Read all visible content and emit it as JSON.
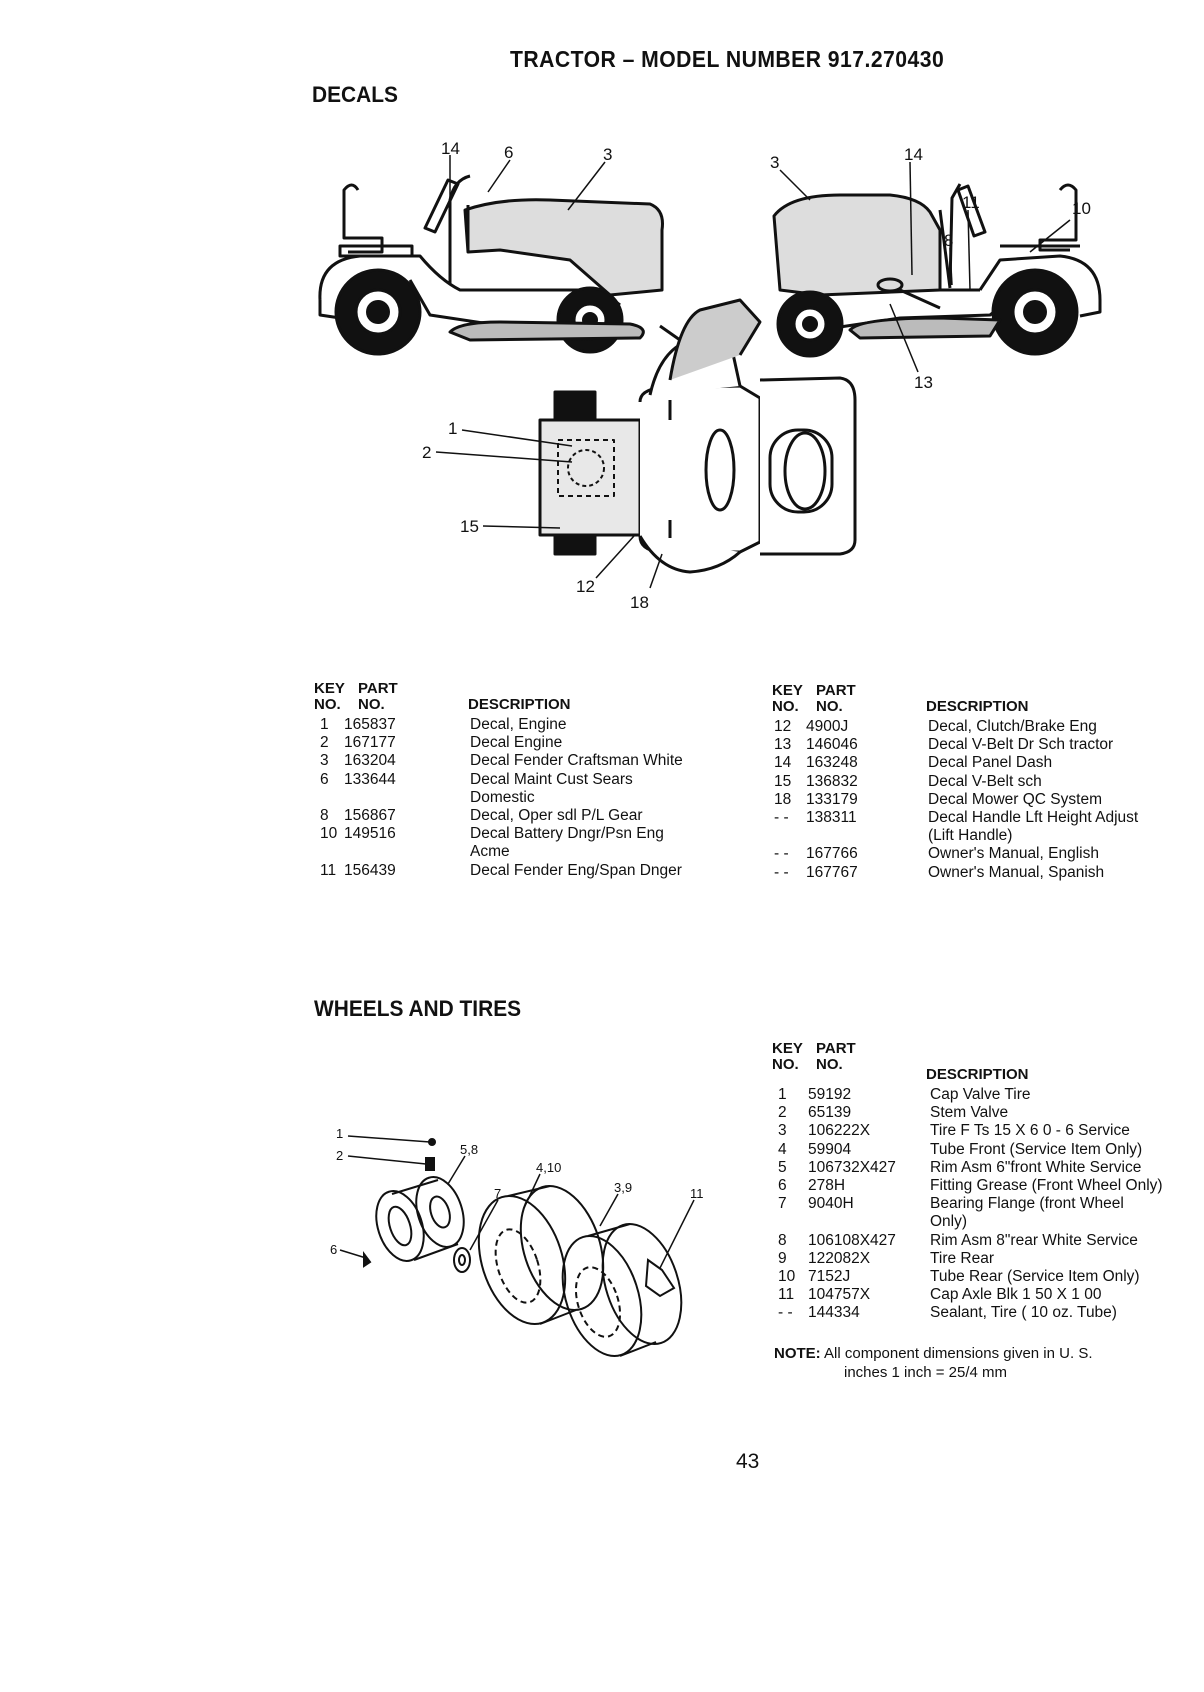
{
  "page": {
    "title": "TRACTOR – MODEL NUMBER 917.270430",
    "page_number": "43"
  },
  "decals": {
    "heading": "DECALS",
    "callouts": [
      "14",
      "6",
      "3",
      "3",
      "14",
      "11",
      "10",
      "8",
      "13",
      "1",
      "2",
      "15",
      "12",
      "18"
    ],
    "table_headers": {
      "key_top": "KEY",
      "part_top": "PART",
      "key": "NO.",
      "part": "NO.",
      "description": "DESCRIPTION"
    },
    "left_rows": [
      {
        "key": "1",
        "part": "165837",
        "desc": "Decal, Engine"
      },
      {
        "key": "2",
        "part": "167177",
        "desc": "Decal Engine"
      },
      {
        "key": "3",
        "part": "163204",
        "desc": "Decal Fender Craftsman White"
      },
      {
        "key": "6",
        "part": "133644",
        "desc": "Decal Maint Cust Sears"
      },
      {
        "key": "",
        "part": "",
        "desc": "Domestic"
      },
      {
        "key": "8",
        "part": "156867",
        "desc": "Decal, Oper sdl P/L Gear"
      },
      {
        "key": "10",
        "part": "149516",
        "desc": "Decal Battery Dngr/Psn Eng"
      },
      {
        "key": "",
        "part": "",
        "desc": "Acme"
      },
      {
        "key": "11",
        "part": "156439",
        "desc": "Decal Fender Eng/Span Dnger"
      }
    ],
    "right_rows": [
      {
        "key": "12",
        "part": "4900J",
        "desc": "Decal, Clutch/Brake Eng"
      },
      {
        "key": "13",
        "part": "146046",
        "desc": "Decal V-Belt Dr Sch tractor"
      },
      {
        "key": "14",
        "part": "163248",
        "desc": "Decal Panel Dash"
      },
      {
        "key": "15",
        "part": "136832",
        "desc": "Decal V-Belt sch"
      },
      {
        "key": "18",
        "part": "133179",
        "desc": "Decal Mower QC System"
      },
      {
        "key": "- -",
        "part": "138311",
        "desc": "Decal Handle Lft Height Adjust"
      },
      {
        "key": "",
        "part": "",
        "desc": "(Lift Handle)"
      },
      {
        "key": "- -",
        "part": "167766",
        "desc": "Owner's Manual, English"
      },
      {
        "key": "- -",
        "part": "167767",
        "desc": "Owner's Manual, Spanish"
      }
    ]
  },
  "wheels": {
    "heading": "WHEELS AND TIRES",
    "callouts": [
      "1",
      "2",
      "5,8",
      "7",
      "4,10",
      "3,9",
      "6",
      "11"
    ],
    "table_headers": {
      "key_top": "KEY",
      "part_top": "PART",
      "key": "NO.",
      "part": "NO.",
      "description": "DESCRIPTION"
    },
    "rows": [
      {
        "key": "1",
        "part": "59192",
        "desc": "Cap Valve Tire"
      },
      {
        "key": "2",
        "part": "65139",
        "desc": "Stem Valve"
      },
      {
        "key": "3",
        "part": "106222X",
        "desc": "Tire F Ts 15 X 6 0 - 6 Service"
      },
      {
        "key": "4",
        "part": "59904",
        "desc": "Tube Front (Service Item Only)"
      },
      {
        "key": "5",
        "part": "106732X427",
        "desc": "Rim Asm 6\"front White Service"
      },
      {
        "key": "6",
        "part": "278H",
        "desc": "Fitting Grease (Front Wheel Only)"
      },
      {
        "key": "7",
        "part": "9040H",
        "desc": "Bearing Flange (front Wheel"
      },
      {
        "key": "",
        "part": "",
        "desc": "Only)"
      },
      {
        "key": "8",
        "part": "106108X427",
        "desc": "Rim Asm 8\"rear White Service"
      },
      {
        "key": "9",
        "part": "122082X",
        "desc": "Tire Rear"
      },
      {
        "key": "10",
        "part": "7152J",
        "desc": "Tube Rear (Service Item Only)"
      },
      {
        "key": "11",
        "part": "104757X",
        "desc": "Cap Axle Blk 1 50 X 1 00"
      },
      {
        "key": "- -",
        "part": "144334",
        "desc": "Sealant, Tire ( 10 oz. Tube)"
      }
    ],
    "note_label": "NOTE:",
    "note_line1": "All component dimensions given in U. S.",
    "note_line2": "inches 1 inch = 25/4 mm"
  }
}
